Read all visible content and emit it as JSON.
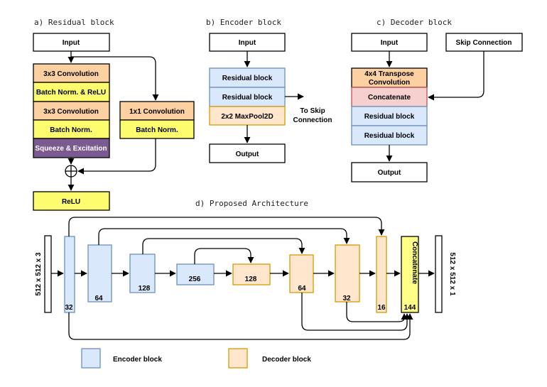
{
  "colors": {
    "orange": "#fdd0a2",
    "yellow": "#fcfc6e",
    "purple": "#7b5a92",
    "pink": "#f6cfcf",
    "encoder_fill": "#dae8fc",
    "encoder_stroke": "#6c8ebf",
    "decoder_fill": "#ffe6cc",
    "decoder_stroke": "#d79b00",
    "concat_fill": "#ffff88"
  },
  "panel_a": {
    "caption": "a) Residual block",
    "input": "Input",
    "conv3_1": "3x3 Convolution",
    "bn_relu": "Batch Norm. & ReLU",
    "conv3_2": "3x3 Convolution",
    "bn": "Batch Norm.",
    "se": "Squeeze & Excitation",
    "conv1": "1x1 Convolution",
    "bn_skip": "Batch Norm.",
    "relu": "ReLU"
  },
  "panel_b": {
    "caption": "b) Encoder block",
    "input": "Input",
    "res1": "Residual block",
    "res2": "Residual block",
    "pool": "2x2 MaxPool2D",
    "skip_line1": "To Skip",
    "skip_line2": "Connection",
    "output": "Output"
  },
  "panel_c": {
    "caption": "c) Decoder block",
    "input": "Input",
    "skip": "Skip Connection",
    "tconv_line1": "4x4 Transpose",
    "tconv_line2": "Convolution",
    "concat": "Concatenate",
    "res1": "Residual block",
    "res2": "Residual block",
    "output": "Output"
  },
  "panel_d": {
    "caption": "d) Proposed Architecture",
    "input_shape": "512 x 512 x 3",
    "output_shape": "512 x 512 x 1",
    "enc": [
      "32",
      "64",
      "128",
      "256"
    ],
    "dec": [
      "128",
      "64",
      "32",
      "16"
    ],
    "concat_label": "Concatenate",
    "concat_channels": "144"
  },
  "legend": {
    "encoder": "Encoder block",
    "decoder": "Decoder block"
  }
}
